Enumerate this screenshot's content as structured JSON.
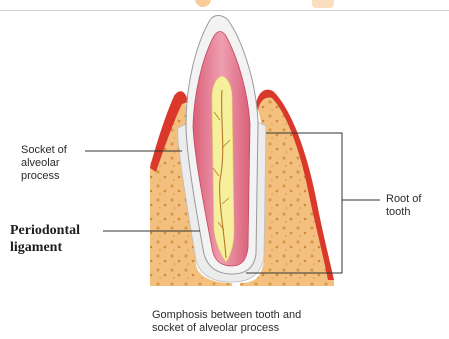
{
  "header": {
    "partial_text": "ℬ",
    "logo_color": "#f4a043"
  },
  "labels": {
    "socket_line1": "Socket of",
    "socket_line2": "alveolar",
    "socket_line3": "process",
    "periodontal_line1": "Periodontal",
    "periodontal_line2": "ligament",
    "root_line1": "Root of",
    "root_line2": "tooth"
  },
  "caption": {
    "line1": "Gomphosis between tooth and",
    "line2": "socket of alveolar process"
  },
  "colors": {
    "enamel": "#f3f3f3",
    "dentin": "#e27f95",
    "pulp": "#f6ef9c",
    "bone": "#f3c07f",
    "gum": "#d9382b",
    "ligament": "#e6e6e6",
    "leader_line": "#333333"
  }
}
